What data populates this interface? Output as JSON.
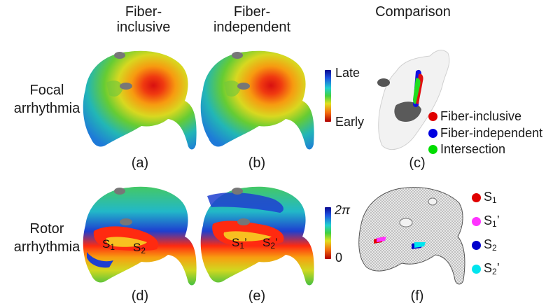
{
  "columns": {
    "col1": [
      "Fiber-",
      "inclusive"
    ],
    "col2": [
      "Fiber-",
      "independent"
    ],
    "col3": "Comparison"
  },
  "rows": {
    "row1": [
      "Focal",
      "arrhythmia"
    ],
    "row2": [
      "Rotor",
      "arrhythmia"
    ]
  },
  "colorbar_top": {
    "max_label": "Late",
    "min_label": "Early"
  },
  "colorbar_bottom": {
    "max_label": "2π",
    "min_label": "0"
  },
  "panel_labels": [
    "(a)",
    "(b)",
    "(c)",
    "(d)",
    "(e)",
    "(f)"
  ],
  "legend_top": [
    {
      "label": "Fiber-inclusive",
      "color": "#e00000"
    },
    {
      "label": "Fiber-independent",
      "color": "#0000e0"
    },
    {
      "label": "Intersection",
      "color": "#00dd00"
    }
  ],
  "legend_bottom": [
    {
      "base": "S",
      "sub": "1",
      "suffix": "",
      "color": "#e00000"
    },
    {
      "base": "S",
      "sub": "1",
      "suffix": "’",
      "color": "#ff33ff"
    },
    {
      "base": "S",
      "sub": "2",
      "suffix": "",
      "color": "#0000cc"
    },
    {
      "base": "S",
      "sub": "2",
      "suffix": "’",
      "color": "#00e5ee"
    }
  ],
  "map_labels": {
    "d": [
      {
        "base": "S",
        "sub": "1",
        "suffix": ""
      },
      {
        "base": "S",
        "sub": "2",
        "suffix": ""
      }
    ],
    "e": [
      {
        "base": "S",
        "sub": "1",
        "suffix": "’"
      },
      {
        "base": "S",
        "sub": "2",
        "suffix": "’"
      }
    ]
  }
}
